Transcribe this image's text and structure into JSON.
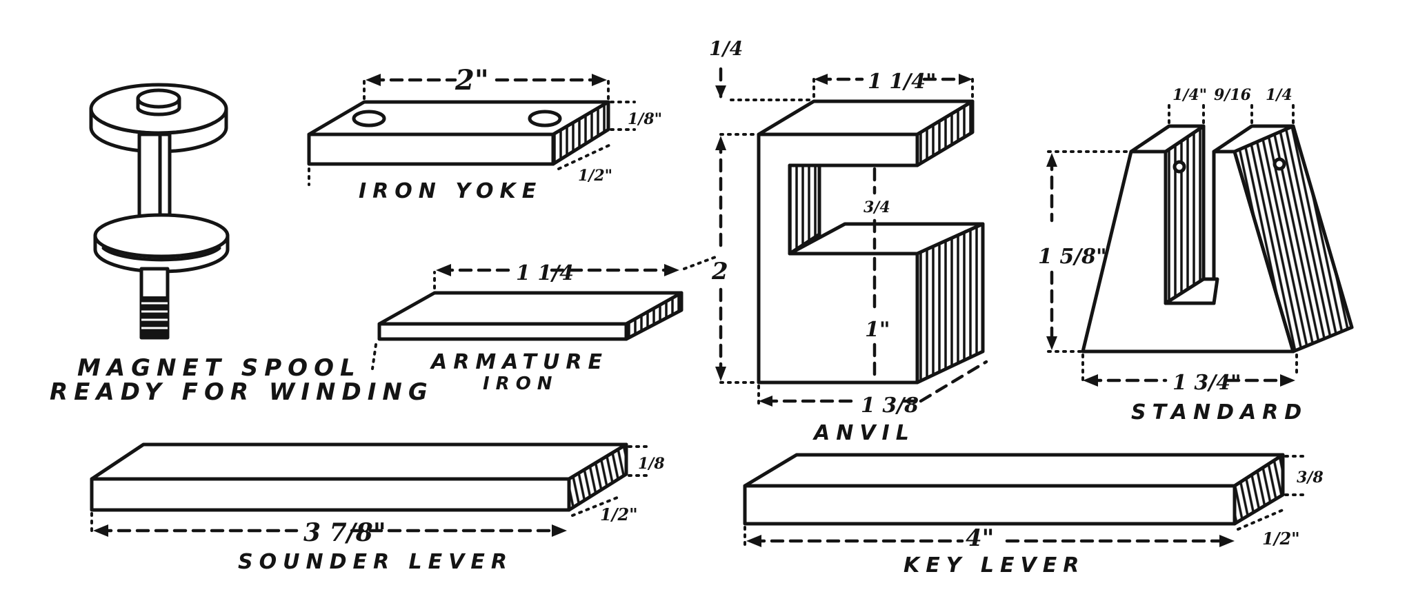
{
  "labels": {
    "magnet_spool_line1": "MAGNET SPOOL",
    "magnet_spool_line2": "READY FOR WINDING",
    "iron_yoke": "IRON YOKE",
    "armature_line1": "ARMATURE",
    "armature_line2": "IRON",
    "anvil": "ANVIL",
    "standard": "STANDARD",
    "sounder_lever": "SOUNDER LEVER",
    "key_lever": "KEY LEVER"
  },
  "dimensions": {
    "yoke_length": "2\"",
    "yoke_width": "1/2\"",
    "yoke_thickness": "1/8\"",
    "armature_length": "1 1/4",
    "anvil_top": "1 1/4\"",
    "anvil_height": "2",
    "anvil_base": "1 3/8",
    "anvil_gap": "3/4",
    "anvil_lower": "1\"",
    "anvil_offset": "1/4",
    "standard_post_left": "1/4\"",
    "standard_slot": "9/16",
    "standard_post_right": "1/4",
    "standard_height": "1 5/8\"",
    "standard_base": "1 3/4\"",
    "sounder_length": "3 7/8\"",
    "sounder_width": "1/2\"",
    "sounder_thickness": "1/8",
    "key_length": "4\"",
    "key_width": "1/2\"",
    "key_thickness": "3/8"
  }
}
